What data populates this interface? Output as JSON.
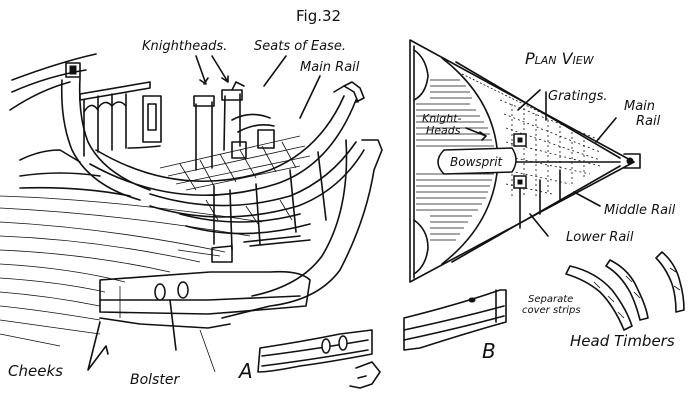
{
  "figure": {
    "title": "Fig.32"
  },
  "labels": {
    "knightheads": "Knightheads.",
    "seats_of_ease": "Seats of Ease.",
    "main_rail_left": "Main Rail",
    "cheeks": "Cheeks",
    "bolster": "Bolster",
    "letter_a": "A",
    "letter_b": "B",
    "plan_view": "Plan View",
    "gratings": "Gratings.",
    "main_rail_right_1": "Main",
    "main_rail_right_2": "Rail",
    "knight_heads_1": "Knight-",
    "knight_heads_2": "Heads",
    "bowsprit": "Bowsprit",
    "middle_rail": "Middle Rail",
    "lower_rail": "Lower Rail",
    "cover_strips_1": "Separate",
    "cover_strips_2": "cover strips",
    "head_timbers": "Head Timbers"
  },
  "colors": {
    "ink": "#111111",
    "paper": "#ffffff"
  }
}
